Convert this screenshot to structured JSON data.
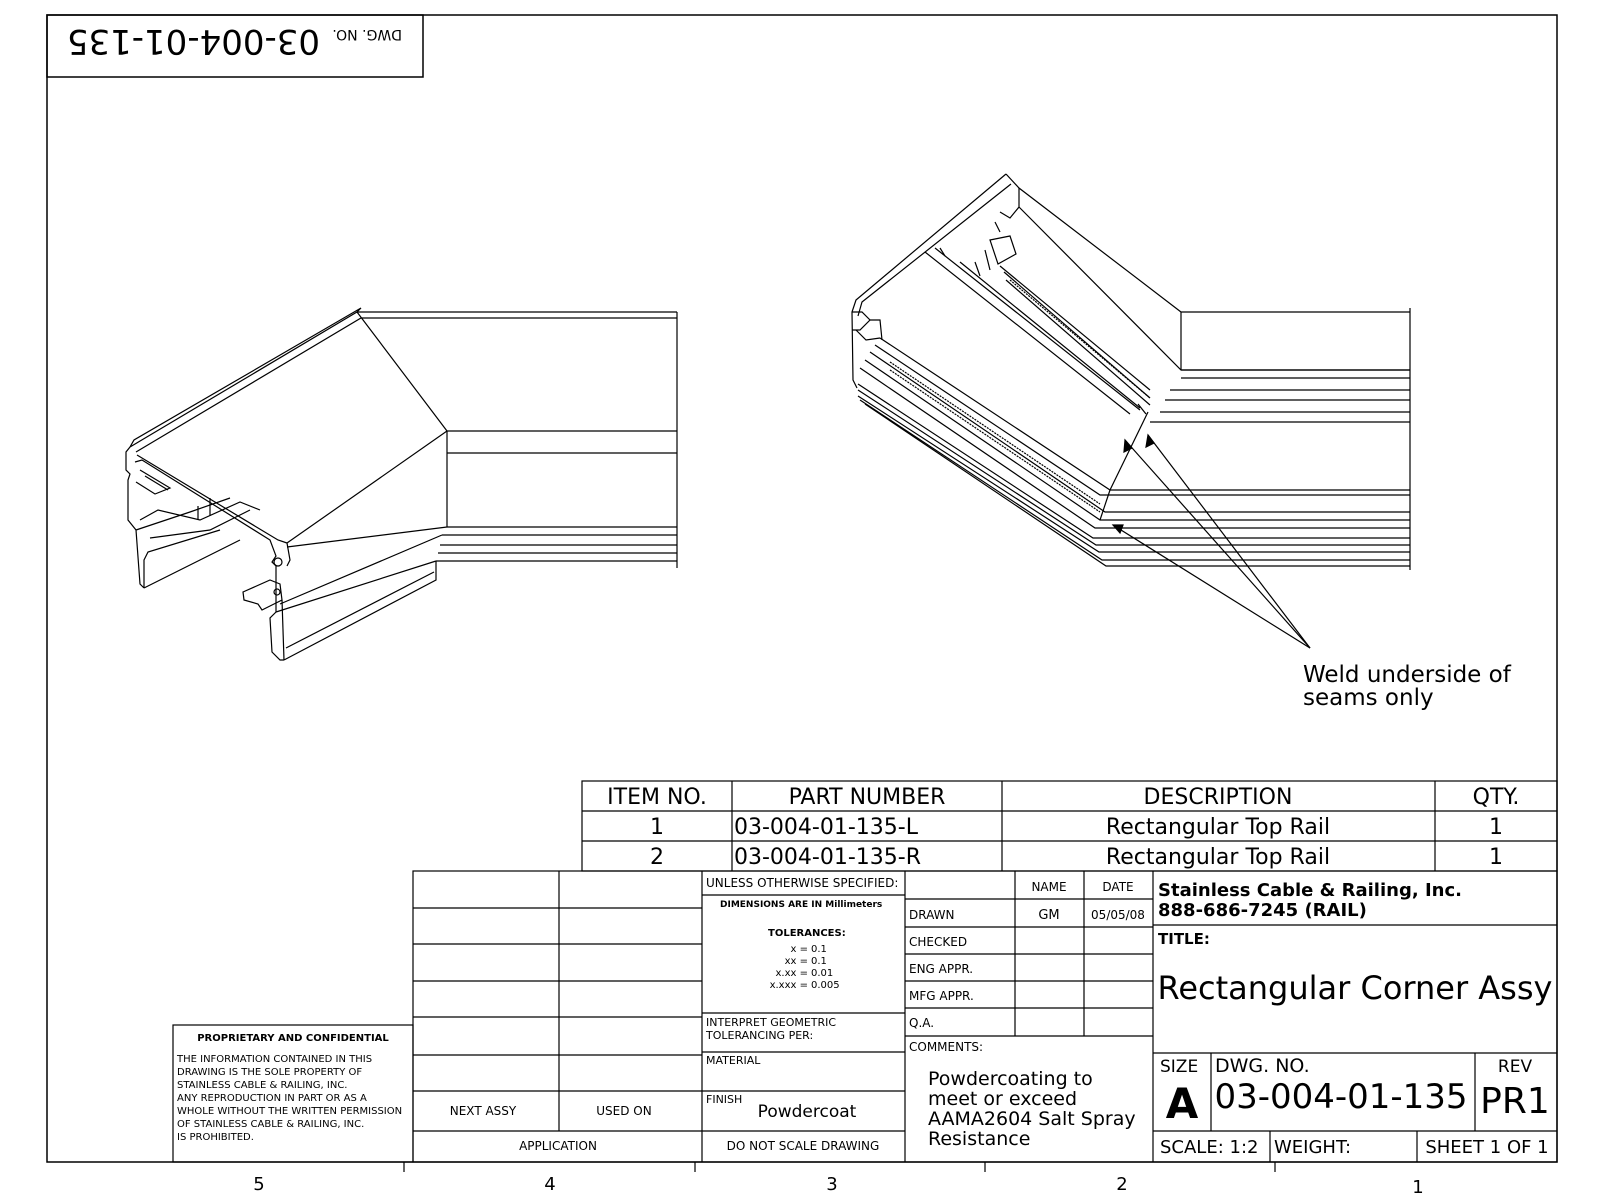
{
  "rotated_dwg": {
    "label": "DWG. NO.",
    "number": "03-004-01-135"
  },
  "note": {
    "line1": "Weld underside of",
    "line2": "seams only"
  },
  "bom": {
    "headers": [
      "ITEM NO.",
      "PART NUMBER",
      "DESCRIPTION",
      "QTY."
    ],
    "rows": [
      {
        "item": "1",
        "part": "03-004-01-135-L",
        "desc": "Rectangular Top Rail",
        "qty": "1"
      },
      {
        "item": "2",
        "part": "03-004-01-135-R",
        "desc": "Rectangular Top Rail",
        "qty": "1"
      }
    ]
  },
  "spec": {
    "unless": "UNLESS OTHERWISE SPECIFIED:",
    "dims": "DIMENSIONS ARE IN Millimeters",
    "tol_title": "TOLERANCES:",
    "tol": [
      {
        "k": "x =",
        "v": "0.1"
      },
      {
        "k": "xx =",
        "v": "0.1"
      },
      {
        "k": "x.xx =",
        "v": "0.01"
      },
      {
        "k": "x.xxx =",
        "v": "0.005"
      }
    ],
    "interpret1": "INTERPRET GEOMETRIC",
    "interpret2": "TOLERANCING PER:",
    "material": "MATERIAL",
    "finish_label": "FINISH",
    "finish_value": "Powdercoat",
    "noscale": "DO NOT SCALE DRAWING"
  },
  "approvals": {
    "name_h": "NAME",
    "date_h": "DATE",
    "rows": [
      {
        "label": "DRAWN",
        "name": "GM",
        "date": "05/05/08"
      },
      {
        "label": "CHECKED",
        "name": "",
        "date": ""
      },
      {
        "label": "ENG APPR.",
        "name": "",
        "date": ""
      },
      {
        "label": "MFG APPR.",
        "name": "",
        "date": ""
      },
      {
        "label": "Q.A.",
        "name": "",
        "date": ""
      }
    ],
    "comments_label": "COMMENTS:",
    "comments": [
      "Powdercoating to",
      "meet or exceed",
      "AAMA2604 Salt Spray",
      "Resistance"
    ]
  },
  "company": {
    "name": "Stainless Cable & Railing, Inc.",
    "phone": "888-686-7245 (RAIL)"
  },
  "title_label": "TITLE:",
  "title": "Rectangular Corner Assy",
  "size_label": "SIZE",
  "size": "A",
  "dwg_label": "DWG.  NO.",
  "dwg_no": "03-004-01-135",
  "rev_label": "REV",
  "rev": "PR1",
  "scale": "SCALE: 1:2",
  "weight": "WEIGHT:",
  "sheet": "SHEET 1 OF 1",
  "application": {
    "next": "NEXT ASSY",
    "used": "USED ON",
    "label": "APPLICATION"
  },
  "proprietary": {
    "title": "PROPRIETARY AND CONFIDENTIAL",
    "lines": [
      "THE INFORMATION CONTAINED IN THIS",
      "DRAWING IS THE SOLE PROPERTY OF",
      "STAINLESS CABLE & RAILING, INC.",
      "ANY REPRODUCTION IN PART OR AS A",
      "WHOLE WITHOUT THE WRITTEN PERMISSION",
      "OF STAINLESS CABLE & RAILING, INC.",
      "IS PROHIBITED."
    ]
  },
  "zones": [
    "5",
    "4",
    "3",
    "2",
    "1"
  ]
}
